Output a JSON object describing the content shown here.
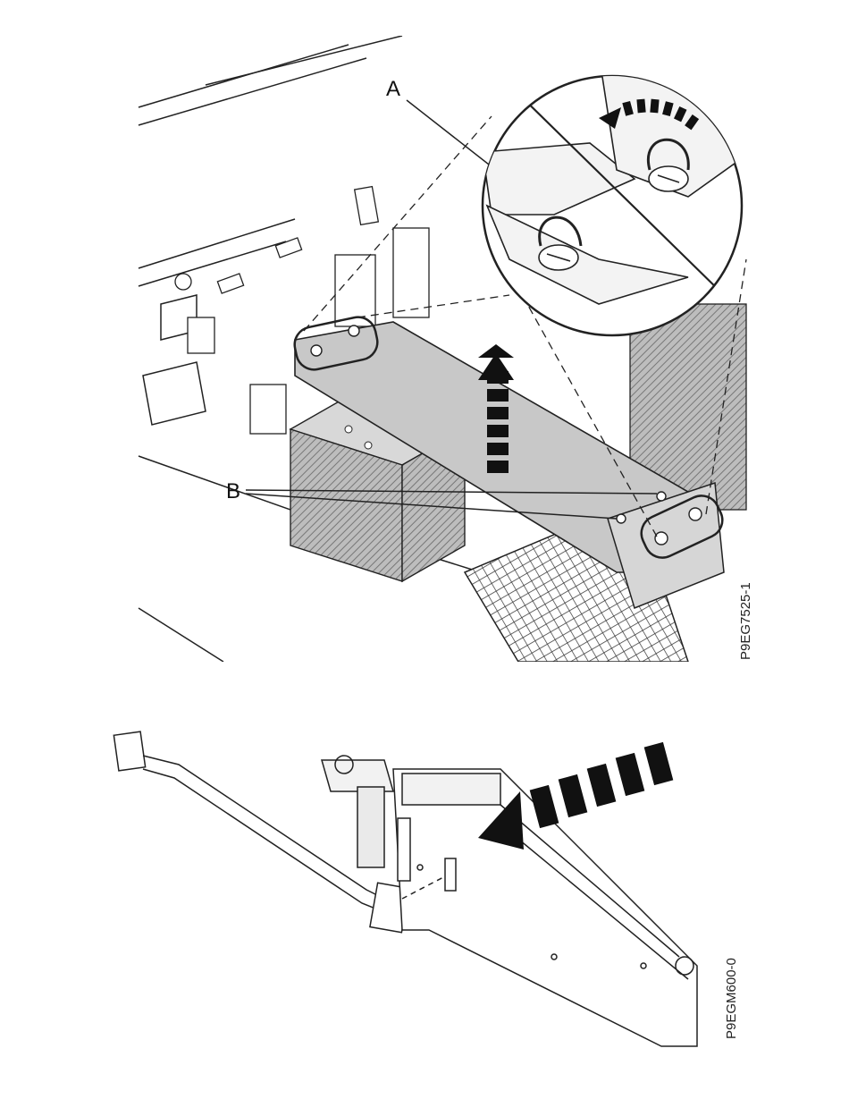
{
  "figure_top": {
    "callout_a": "A",
    "callout_b": "B",
    "figure_id": "P9EG7525-1"
  },
  "figure_bottom": {
    "figure_id": "P9EGM600-0"
  },
  "colors": {
    "line": "#222222",
    "shade_light": "#cfcfcf",
    "shade_mid": "#9a9a9a",
    "arrow": "#111111",
    "background": "#ffffff"
  }
}
